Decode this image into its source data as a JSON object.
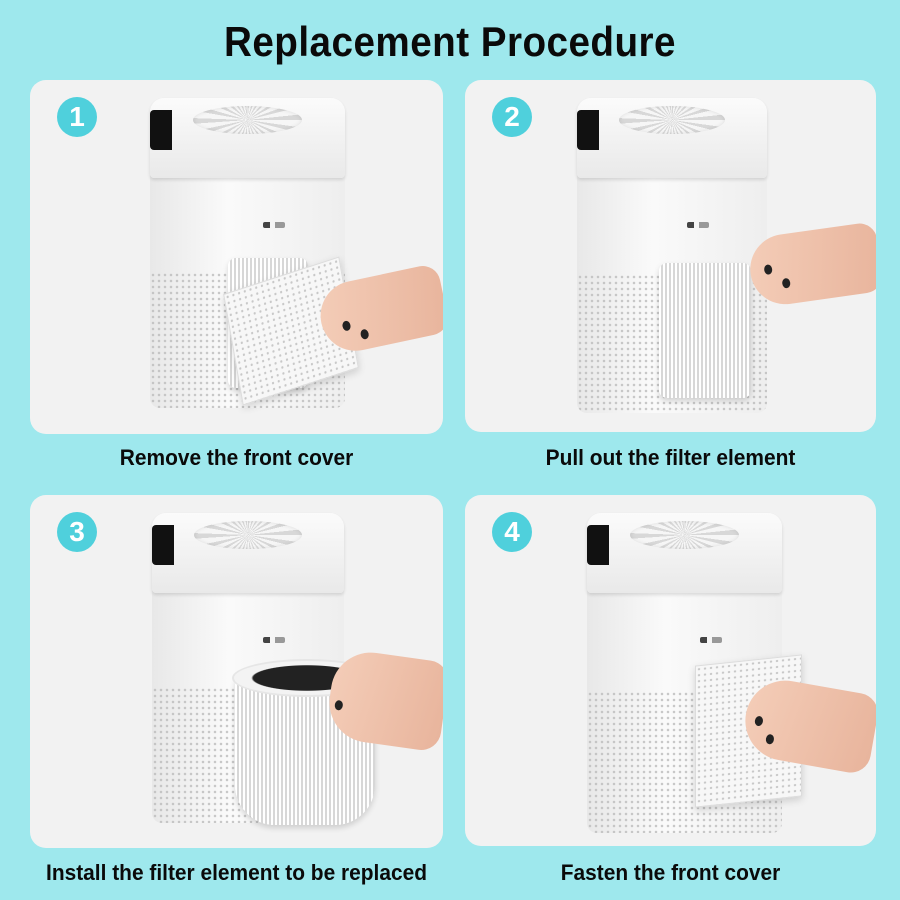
{
  "title": "Replacement Procedure",
  "colors": {
    "background": "#9ee8ed",
    "card": "#f2f2f2",
    "badge": "#4fd0dc",
    "text": "#0a0a0a"
  },
  "steps": [
    {
      "number": "1",
      "caption": "Remove the front cover",
      "image": "purifier-front-cover-being-removed"
    },
    {
      "number": "2",
      "caption": "Pull out the filter element",
      "image": "purifier-filter-being-pulled-out"
    },
    {
      "number": "3",
      "caption": "Install the filter element to be replaced",
      "image": "purifier-new-filter-being-installed"
    },
    {
      "number": "4",
      "caption": "Fasten the front cover",
      "image": "purifier-front-cover-being-fastened"
    }
  ]
}
